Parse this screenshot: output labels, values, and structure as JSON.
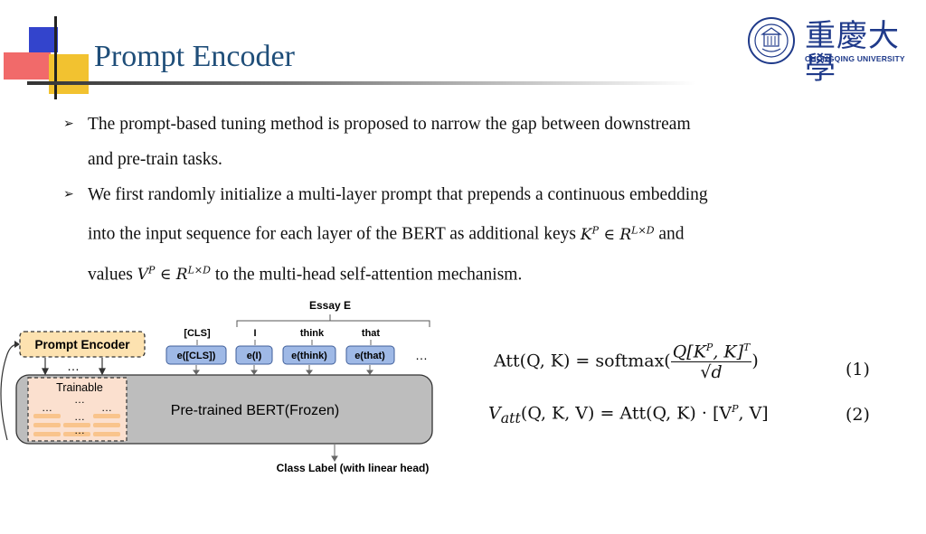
{
  "slide": {
    "title": "Prompt Encoder",
    "logo": {
      "chinese_name": "重慶大學",
      "english_name": "CHONGQING UNIVERSITY",
      "icon": "university-seal-icon"
    }
  },
  "bullets": [
    {
      "line1": "The prompt-based tuning method is proposed to narrow the gap between downstream",
      "line2": "and pre-train tasks."
    },
    {
      "line1": "We first randomly initialize a multi-layer prompt that prepends a continuous embedding",
      "line2_pre": "into the input sequence for each layer of the BERT as additional keys",
      "line2_math": "K",
      "line2_sup": "P",
      "line2_in": " ∈ R",
      "line2_sup2": "L×D",
      "line2_post": " and",
      "line3_pre": "values",
      "line3_math": "V",
      "line3_sup": "P",
      "line3_in": " ∈ R",
      "line3_sup2": "L×D",
      "line3_post": " to the multi-head self-attention mechanism."
    }
  ],
  "diagram": {
    "essay_label": "Essay E",
    "tokens": [
      "[CLS]",
      "I",
      "think",
      "that"
    ],
    "embeddings": [
      "e([CLS])",
      "e(I)",
      "e(think)",
      "e(that)"
    ],
    "ellipsis": "…",
    "prompt_encoder": "Prompt Encoder",
    "trainable": "Trainable",
    "bert": "Pre-trained BERT(Frozen)",
    "class_label": "Class Label (with linear head)"
  },
  "equations": [
    {
      "lhs": "Att(Q, K) = softmax(",
      "num": "Q[K",
      "num_sup": "P",
      "num_post": ", K]",
      "num_exp": "T",
      "den": "√d",
      "rhs": ")",
      "number": "(1)"
    },
    {
      "lhs": "V",
      "lhs_sub": "att",
      "body": "(Q, K, V) = Att(Q, K) · [V",
      "body_sup": "P",
      "body_post": ", V]",
      "number": "(2)"
    }
  ],
  "colors": {
    "title": "#1f4e79",
    "prompt_encoder_fill": "#fde2b0",
    "embedding_fill": "#9fb9e6",
    "bert_fill": "#bdbdbd",
    "trainable_fill": "#fbe0cf",
    "trainable_bar": "#f9c48c"
  }
}
